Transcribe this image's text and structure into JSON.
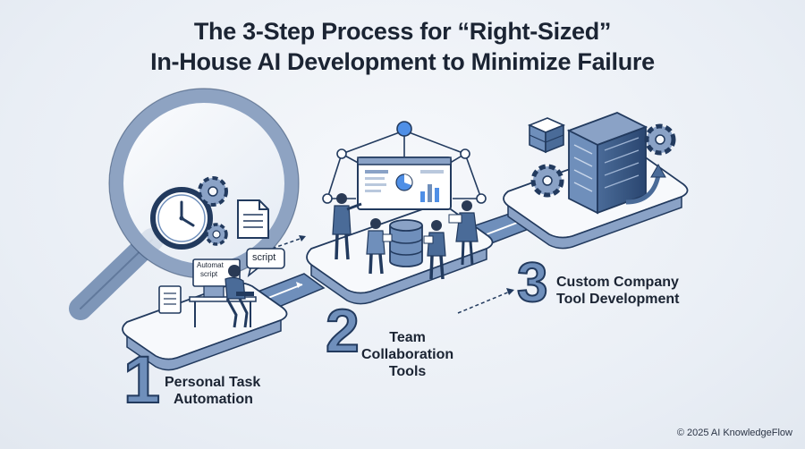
{
  "title": {
    "line1": "The 3-Step Process for “Right-Sized”",
    "line2": "In-House AI Development to Minimize Failure"
  },
  "steps": [
    {
      "number": "1",
      "label_line1": "Personal Task",
      "label_line2": "Automation"
    },
    {
      "number": "2",
      "label_line1": "Team",
      "label_line2": "Collaboration",
      "label_line3": "Tools"
    },
    {
      "number": "3",
      "label_line1": "Custom Company",
      "label_line2": "Tool Development"
    }
  ],
  "illustration": {
    "script_bubble": "script",
    "monitor_line1": "Automat",
    "monitor_line2": "script",
    "icons": [
      "magnifier-icon",
      "clock-icon",
      "gear-icon",
      "document-icon",
      "server-icon",
      "database-icon",
      "network-icon",
      "dashboard-icon"
    ]
  },
  "colors": {
    "primary_dark": "#223a5e",
    "accent_blue": "#6f8fbb",
    "highlight_blue": "#4f8fe6",
    "platform_top": "#f7f9fc"
  },
  "footer": "© 2025 AI KnowledgeFlow"
}
